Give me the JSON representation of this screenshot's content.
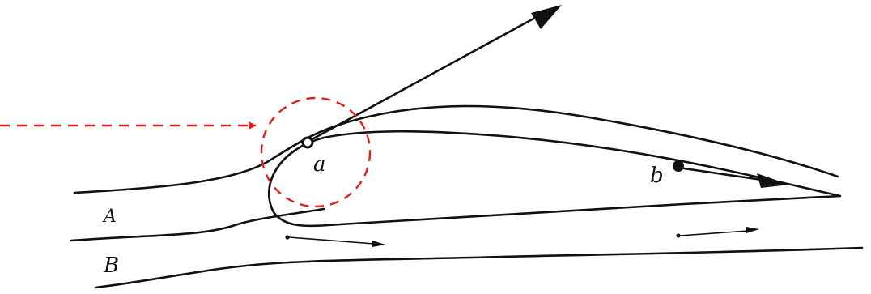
{
  "labels": {
    "point_a": "a",
    "point_b": "b",
    "streamline_a": "A",
    "streamline_b": "B"
  },
  "colors": {
    "ink": "#111111",
    "highlight": "#e02020"
  }
}
